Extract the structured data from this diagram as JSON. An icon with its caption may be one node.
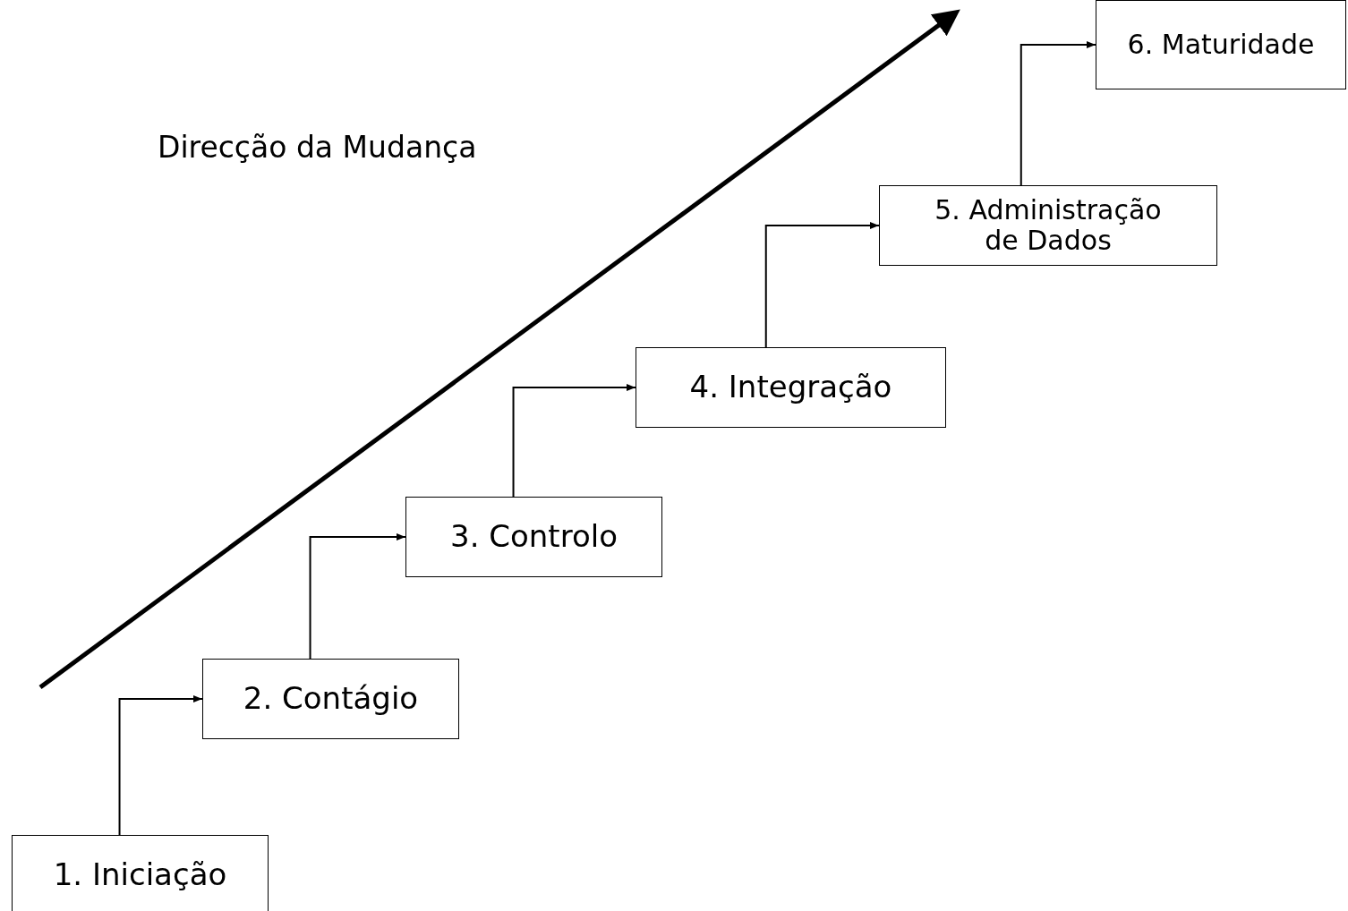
{
  "diagram": {
    "nodes": [
      {
        "text": [
          "1. Iniciação"
        ]
      },
      {
        "text": [
          "2. Contágio"
        ]
      },
      {
        "text": [
          "3. Controlo"
        ]
      },
      {
        "text": [
          "4. Integração"
        ]
      },
      {
        "text": [
          "5. Administração de Dados"
        ]
      },
      {
        "text": [
          "6. Maturidade"
        ]
      }
    ],
    "edges": [
      {
        "from": 0,
        "to": 1,
        "arrow": "to"
      },
      {
        "from": 1,
        "to": 2,
        "arrow": "to"
      },
      {
        "from": 2,
        "to": 3,
        "arrow": "to"
      },
      {
        "from": 3,
        "to": 4,
        "arrow": "to"
      },
      {
        "from": 4,
        "to": 5,
        "arrow": "to"
      }
    ],
    "labels": [
      "Direcção da Mudança"
    ]
  }
}
